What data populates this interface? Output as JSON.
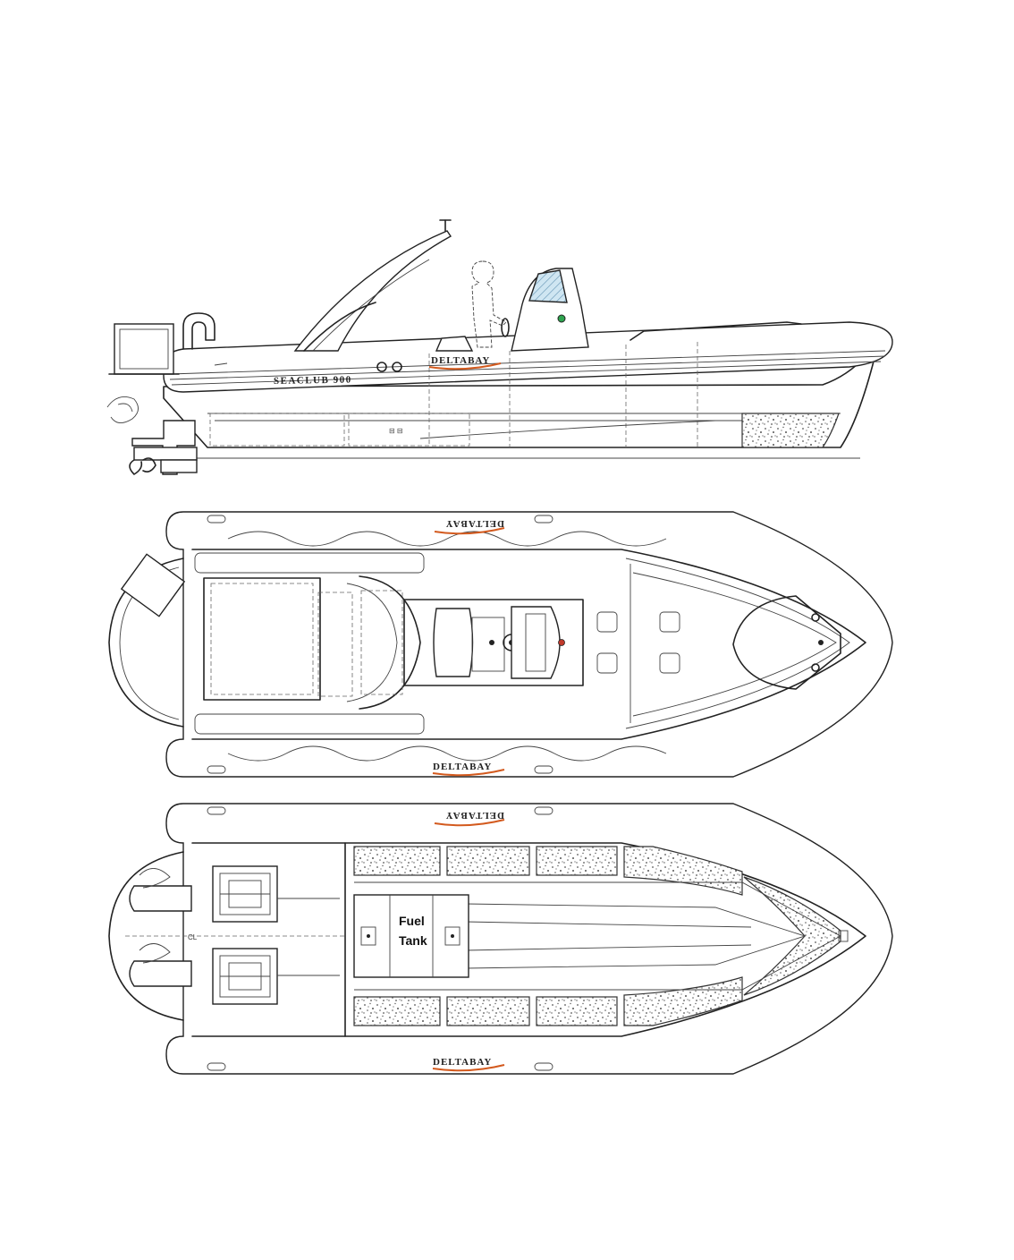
{
  "brand": "DELTABAY",
  "model": "SEACLUB 900",
  "fuel_tank": [
    "Fuel",
    "Tank"
  ],
  "centerline": "CL",
  "colors": {
    "line": "#222222",
    "accent": "#d35a1e",
    "glass": "#9ec9e0",
    "light": "#2ea44f"
  }
}
